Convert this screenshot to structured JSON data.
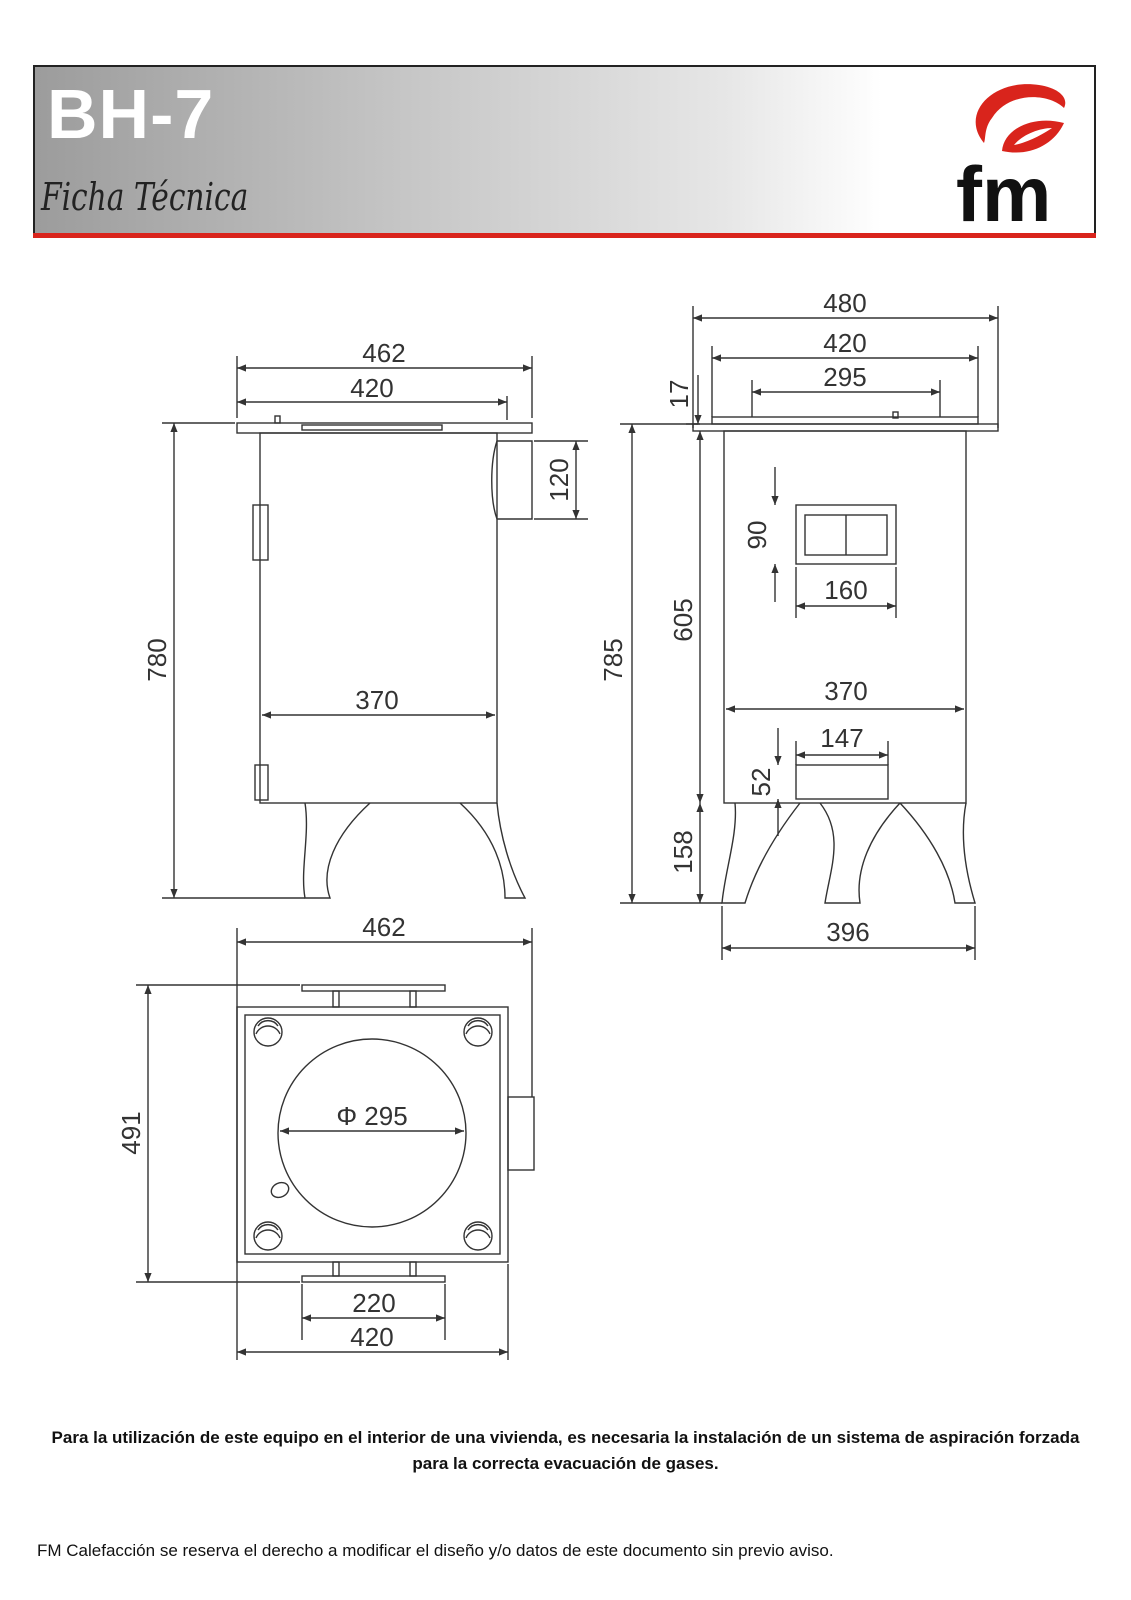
{
  "header": {
    "title": "BH-7",
    "subtitle": "Ficha Técnica",
    "logo_text": "fm",
    "accent_color": "#d9241c"
  },
  "front_view": {
    "top_width": "462",
    "top_inner": "420",
    "height": "780",
    "flue_height": "120",
    "body_width": "370"
  },
  "side_view": {
    "total_width": "480",
    "top_width": "420",
    "top_inner": "295",
    "top_thickness": "17",
    "height": "785",
    "body_height": "605",
    "door_height": "90",
    "door_width": "160",
    "body_width": "370",
    "drawer_width": "147",
    "drawer_height": "52",
    "leg_height": "158",
    "leg_span": "396"
  },
  "top_view": {
    "width": "462",
    "depth": "491",
    "diameter": "Φ 295",
    "handle_width": "220",
    "base_width": "420"
  },
  "note": "Para la utilización de este equipo en el interior de una vivienda, es necesaria la instalación de un sistema de aspiración forzada para la correcta evacuación de gases.",
  "footer": "FM Calefacción se reserva el derecho a modificar el diseño y/o datos de este documento sin previo aviso."
}
